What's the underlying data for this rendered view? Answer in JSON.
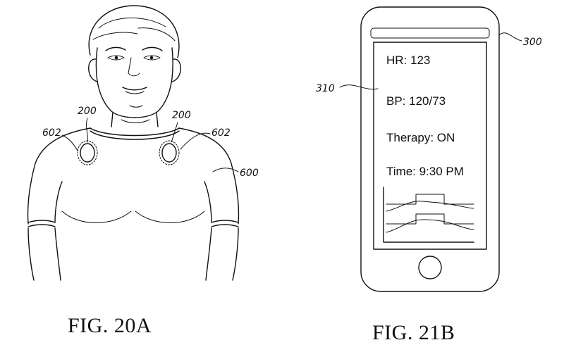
{
  "fig_a": {
    "caption": "FIG. 20A",
    "labels": {
      "device_left": "200",
      "device_right": "200",
      "pad_left": "602",
      "pad_right": "602",
      "shirt": "600"
    }
  },
  "fig_b": {
    "caption": "FIG. 21B",
    "labels": {
      "phone": "300",
      "display": "310"
    },
    "screen": {
      "hr": "HR: 123",
      "bp": "BP: 120/73",
      "therapy": "Therapy: ON",
      "time": "Time: 9:30 PM"
    }
  }
}
